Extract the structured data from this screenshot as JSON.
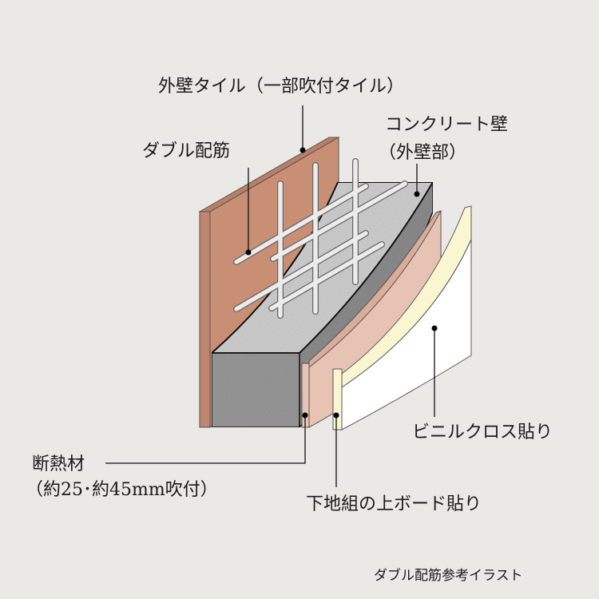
{
  "labels": {
    "exterior_tile": "外壁タイル（一部吹付タイル）",
    "concrete_wall": "コンクリート壁",
    "concrete_wall_sub": "（外壁部）",
    "double_rebar": "ダブル配筋",
    "vinyl_cloth": "ビニルクロス貼り",
    "insulation": "断熱材",
    "insulation_sub": "（約25･約45mm吹付）",
    "board": "下地組の上ボード貼り"
  },
  "caption": "ダブル配筋参考イラスト",
  "colors": {
    "background": "#ebe9e6",
    "tile": "#c98f74",
    "concrete": "#c9c9c9",
    "concrete_dark": "#8f8f8f",
    "insulation": "#e6c3b2",
    "board_edge": "#fbf6d2",
    "cloth": "#ffffff"
  }
}
